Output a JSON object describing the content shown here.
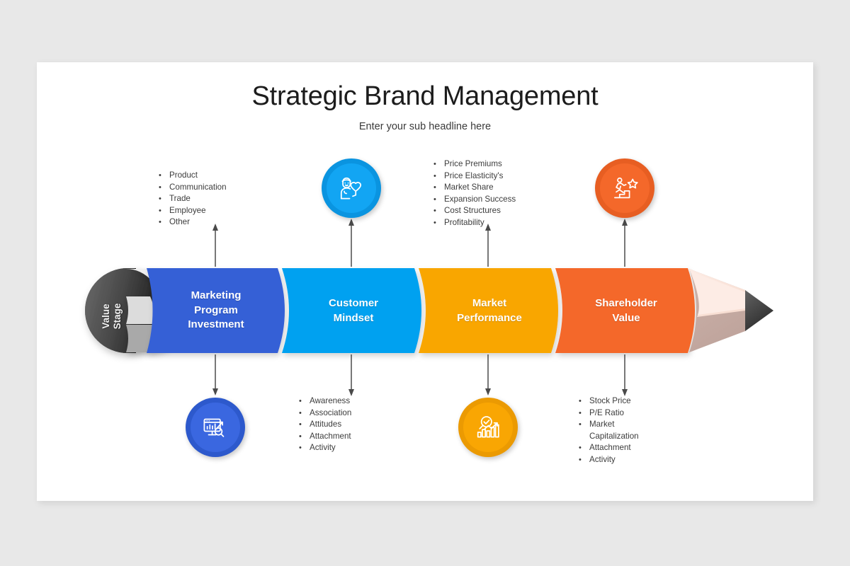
{
  "header": {
    "title": "Strategic Brand Management",
    "subtitle": "Enter your sub headline here"
  },
  "pencil": {
    "eraser_label": "Value\nStage",
    "segments": [
      {
        "label": "Marketing\nProgram\nInvestment",
        "color": "#3461d6"
      },
      {
        "label": "Customer\nMindset",
        "color": "#03a1f0"
      },
      {
        "label": "Market\nPerformance",
        "color": "#f9a603"
      },
      {
        "label": "Shareholder\nValue",
        "color": "#f4682a"
      }
    ],
    "tip": {
      "wood_light": "#fbe4da",
      "wood_dark": "#c6aba3",
      "graphite": "#4a4a4a"
    },
    "ferrule_bands": [
      "#f0f0f0",
      "#d9d9d9",
      "#a8a8a8"
    ],
    "eraser_gradient": [
      "#5a5a5a",
      "#1b1b1b"
    ]
  },
  "callouts": [
    {
      "id": "marketing-top",
      "position": "top",
      "bullet": "•",
      "items": [
        "Product",
        "Communication",
        "Trade",
        "Employee",
        "Other"
      ]
    },
    {
      "id": "market-performance-top",
      "position": "top",
      "bullet": "•",
      "items": [
        "Price Premiums",
        "Price Elasticity's",
        "Market Share",
        "Expansion Success",
        "Cost Structures",
        "Profitability"
      ]
    },
    {
      "id": "customer-mindset-bottom",
      "position": "bottom",
      "bullet": "•",
      "items": [
        "Awareness",
        "Association",
        "Attitudes",
        "Attachment",
        "Activity"
      ]
    },
    {
      "id": "shareholder-value-bottom",
      "position": "bottom",
      "bullet": "•",
      "items": [
        "Stock Price",
        "P/E Ratio",
        "Market\nCapitalization",
        "Attachment",
        "Activity"
      ]
    }
  ],
  "badges": [
    {
      "id": "customer-mindset-badge",
      "icon": "person-heart-balloon-icon",
      "ring": "#0a94e0",
      "disc": "#12a5f3"
    },
    {
      "id": "shareholder-value-badge",
      "icon": "person-stairs-star-icon",
      "ring": "#e75e22",
      "disc": "#f4682a"
    },
    {
      "id": "marketing-investment-badge",
      "icon": "monitor-chart-search-icon",
      "ring": "#2d59cc",
      "disc": "#3a67e0"
    },
    {
      "id": "market-performance-badge",
      "icon": "search-check-chart-icon",
      "ring": "#eb9a02",
      "disc": "#f9a603"
    }
  ],
  "arrows": {
    "color": "#4a4a4a",
    "labels": [
      "arrow-up-marketing",
      "arrow-up-market-performance",
      "arrow-down-marketing",
      "arrow-down-customer",
      "arrow-down-market",
      "arrow-down-shareholder",
      "arrow-up-customer",
      "arrow-up-shareholder"
    ]
  },
  "theme": {
    "page_background": "#e8e8e8",
    "card_background": "#ffffff",
    "text_dark": "#1c1c1c",
    "bullet_text": "#3c3c3c"
  }
}
